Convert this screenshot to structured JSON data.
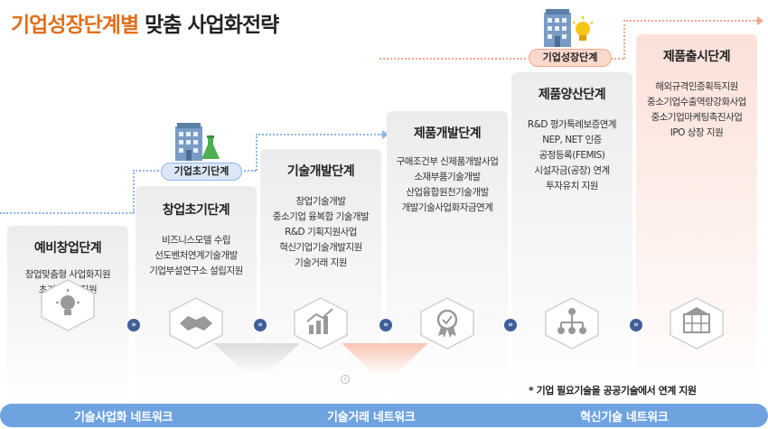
{
  "title": {
    "accent": "기업성장단계별",
    "rest": "맞춤 사업화전략"
  },
  "stages": [
    {
      "name": "예비창업단계",
      "items": [
        "창업맞춤형 사업화지원",
        "초기 R&D 지원"
      ],
      "icon": "lightbulb-icon"
    },
    {
      "name": "창업초기단계",
      "items": [
        "비즈니스모델 수립",
        "선도벤처연계기술개발",
        "기업부설연구소 설립지원"
      ],
      "icon": "handshake-icon"
    },
    {
      "name": "기술개발단계",
      "items": [
        "창업기술개발",
        "중소기업 융복합 기술개발",
        "R&D  기획지원사업",
        "혁신기업기술개발지원",
        "기술거래 지원"
      ],
      "icon": "growth-chart-icon"
    },
    {
      "name": "제품개발단계",
      "items": [
        "구매조건부 신제품개발사업",
        "소재부품기술개발",
        "산업융합원천기술개발",
        "개발기술사업화자금연계"
      ],
      "icon": "certificate-badge-icon"
    },
    {
      "name": "제품양산단계",
      "items": [
        "R&D 평가특례보증연계",
        "NEP, NET 인증",
        "공정등록(FEMIS)",
        "시설자금(공장) 연계",
        "투자유치 지원"
      ],
      "icon": "org-chart-icon"
    },
    {
      "name": "제품출시단계",
      "items": [
        "해외규격인증획득지원",
        "중소기업수출역량강화사업",
        "중소기업마케팅촉진사업",
        "IPO 상장 지원"
      ],
      "icon": "globe-network-icon"
    }
  ],
  "badges": {
    "early": "기업초기단계",
    "growth": "기업성장단계"
  },
  "separator_symbol": "»",
  "note": "* 기업 필요기술을 공공기술에서 연계 지원",
  "networks": [
    "기술사업화 네트워크",
    "기술거래 네트워크",
    "혁신기술 네트워크"
  ],
  "colors": {
    "accent": "#e0701c",
    "network": "#6ea3df",
    "separator": "#3e5f9a",
    "stage_gray": "#e9e9e9",
    "stage_pink": "#fbe3dc"
  }
}
